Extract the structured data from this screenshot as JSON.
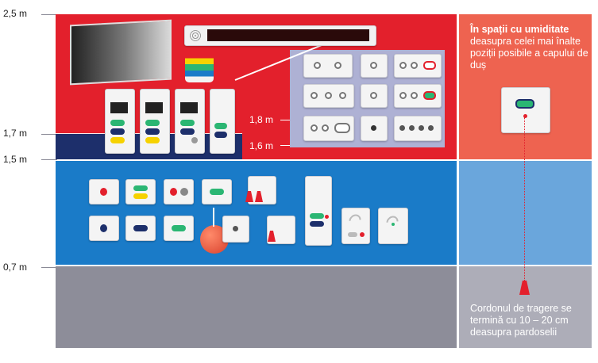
{
  "height_labels": {
    "h25": "2,5 m",
    "h17": "1,7 m",
    "h15": "1,5 m",
    "h07": "0,7 m",
    "h18": "1,8 m",
    "h16": "1,6 m"
  },
  "humidity_note": {
    "title": "În spații cu umiditate",
    "body": "deasupra celei mai înalte poziții posibile a capului de duș"
  },
  "pull_cord_note": "Cordonul de tragere se termină cu 10 – 20 cm deasupra pardoselii",
  "colors": {
    "red_zone": "#e3202c",
    "navy_zone": "#1d2f6b",
    "blue_zone": "#1a7bc8",
    "gray_zone": "#8d8d99",
    "salmon_zone": "#ee6350",
    "light_blue_zone": "#6aa6dc",
    "light_gray_zone": "#adadb8",
    "lavender_panel": "#aeb1d4",
    "accent_green": "#2bb673",
    "accent_red": "#e3202c"
  }
}
